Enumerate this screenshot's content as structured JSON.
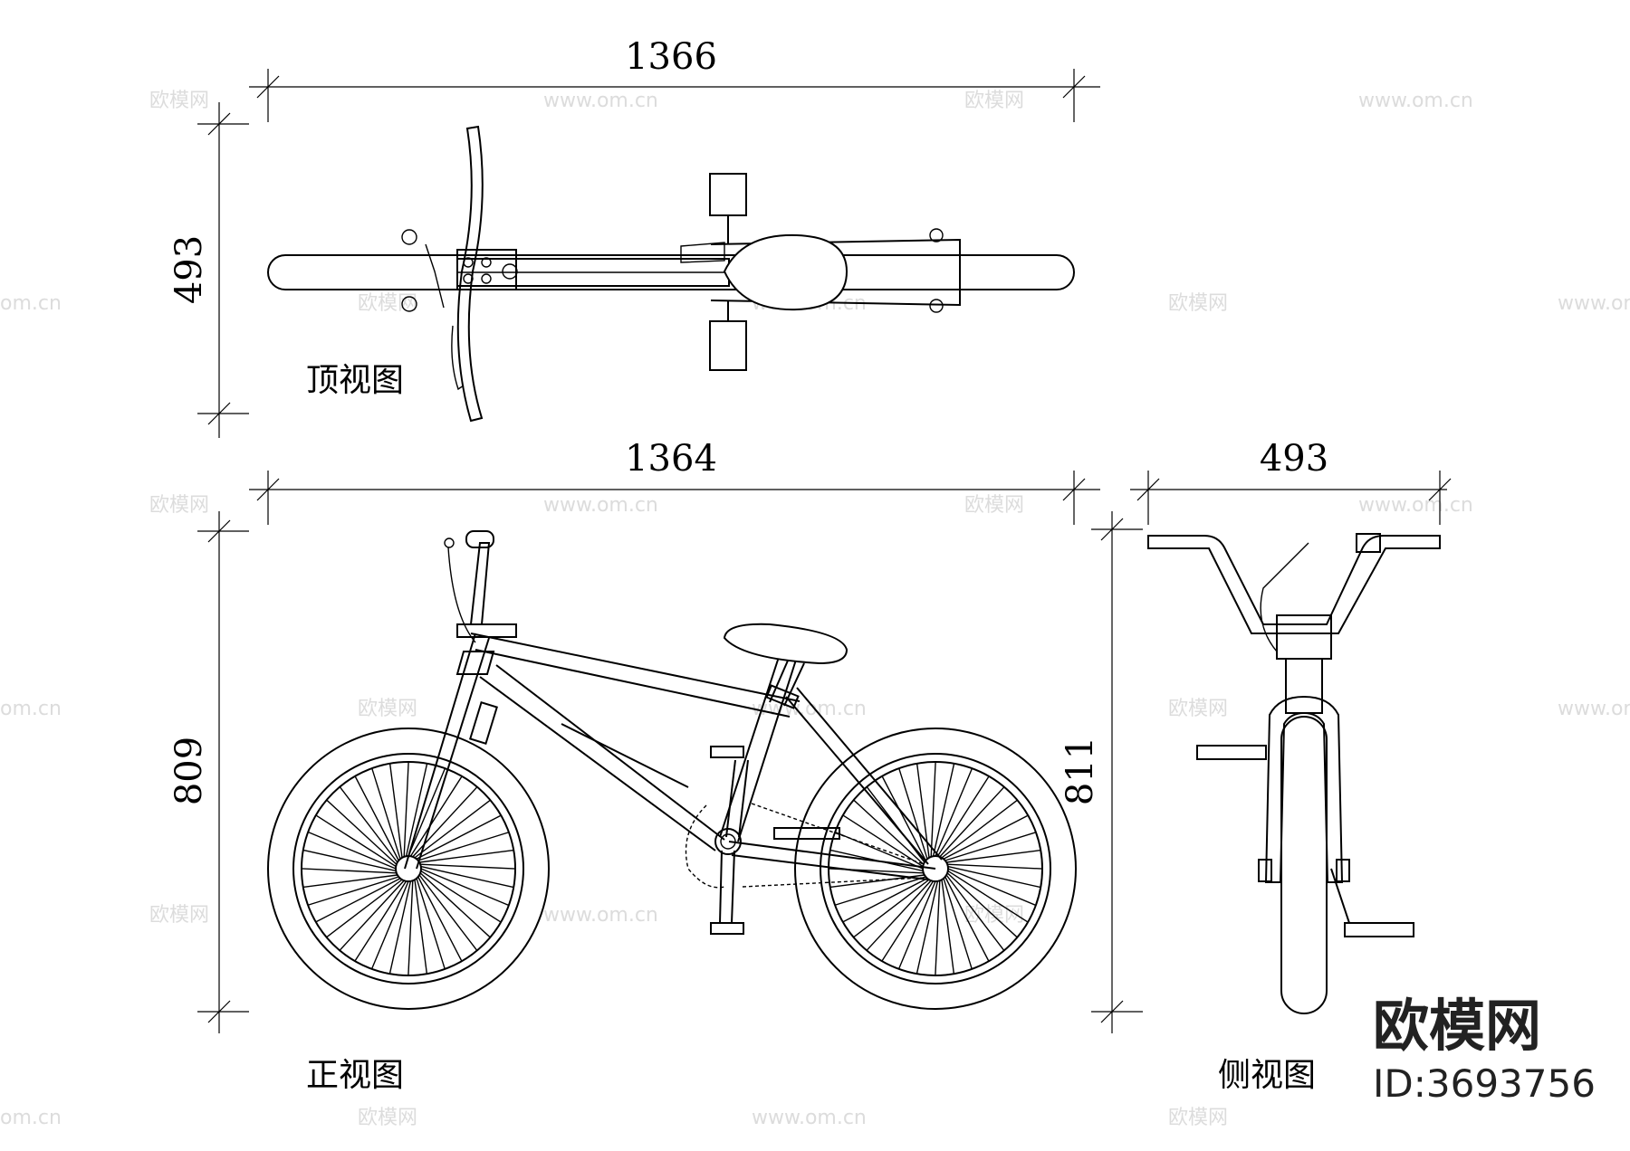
{
  "dimensions": {
    "top_width": "1366",
    "top_height": "493",
    "front_width": "1364",
    "front_height_left": "809",
    "front_height_right": "811",
    "side_width": "493"
  },
  "labels": {
    "top_view": "顶视图",
    "front_view": "正视图",
    "side_view": "侧视图"
  },
  "watermark": {
    "site": "www.om.cn",
    "short": "om.cn",
    "name": "欧模网"
  },
  "brand": {
    "name": "欧模网",
    "id": "ID:3693756"
  }
}
